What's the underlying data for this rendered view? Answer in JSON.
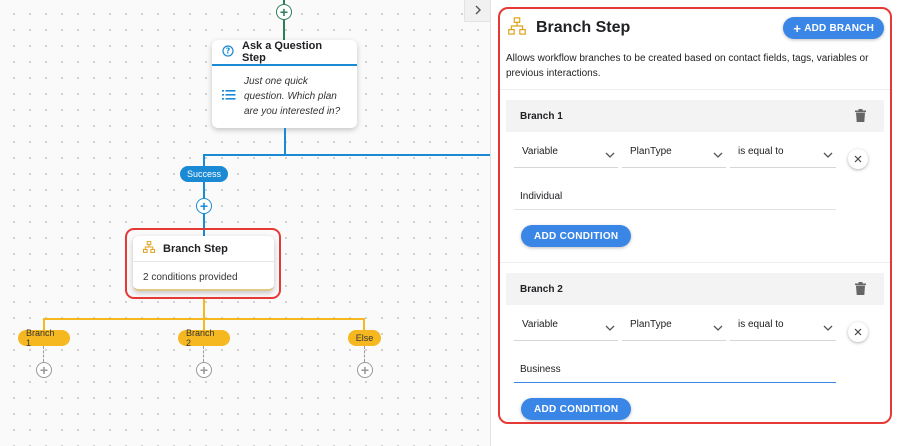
{
  "canvas": {
    "question_node": {
      "title": "Ask a Question Step",
      "question": "Just one quick question. Which plan are you interested in?"
    },
    "success_label": "Success",
    "branch_node": {
      "title": "Branch Step",
      "summary": "2 conditions provided"
    },
    "branch_labels": [
      "Branch 1",
      "Branch 2",
      "Else"
    ]
  },
  "panel": {
    "title": "Branch Step",
    "add_branch_label": "ADD BRANCH",
    "description": "Allows workflow branches to be created based on contact fields, tags, variables or previous interactions.",
    "branches": [
      {
        "name": "Branch 1",
        "field_type": "Variable",
        "field": "PlanType",
        "operator": "is equal to",
        "value": "Individual",
        "add_condition_label": "ADD CONDITION"
      },
      {
        "name": "Branch 2",
        "field_type": "Variable",
        "field": "PlanType",
        "operator": "is equal to",
        "value": "Business",
        "add_condition_label": "ADD CONDITION"
      }
    ]
  },
  "colors": {
    "accent_blue": "#3a86e6",
    "flow_blue": "#1a8ad4",
    "branch_yellow": "#f6b820",
    "highlight_red": "#e53935",
    "start_green": "#2e7d5b"
  }
}
